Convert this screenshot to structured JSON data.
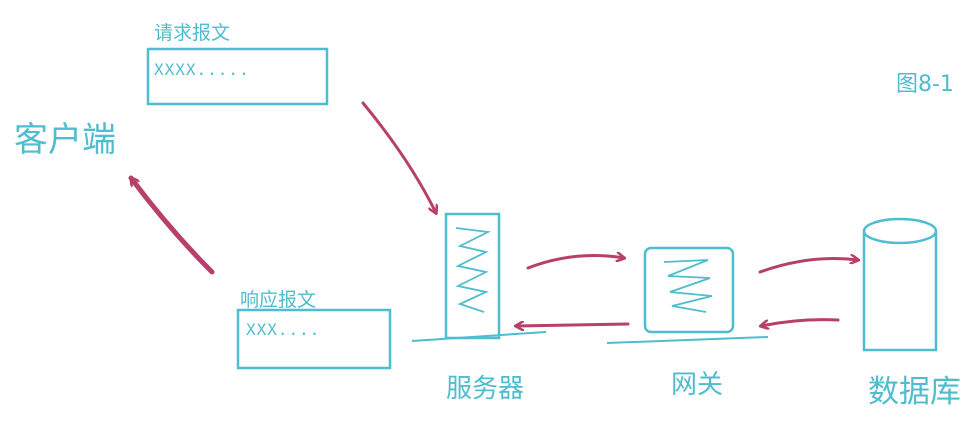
{
  "figure_label": "图8-1",
  "client": {
    "label": "客户端"
  },
  "request": {
    "title": "请求报文",
    "content": "XXXX....."
  },
  "response": {
    "title": "响应报文",
    "content": "XXX...."
  },
  "server": {
    "label": "服务器"
  },
  "gateway": {
    "label": "网关"
  },
  "database": {
    "label": "数据库"
  },
  "colors": {
    "outline": "#4fbccf",
    "arrow": "#b83f6a",
    "background": "#ffffff"
  },
  "icons": [
    "server-icon",
    "gateway-icon",
    "database-icon"
  ]
}
